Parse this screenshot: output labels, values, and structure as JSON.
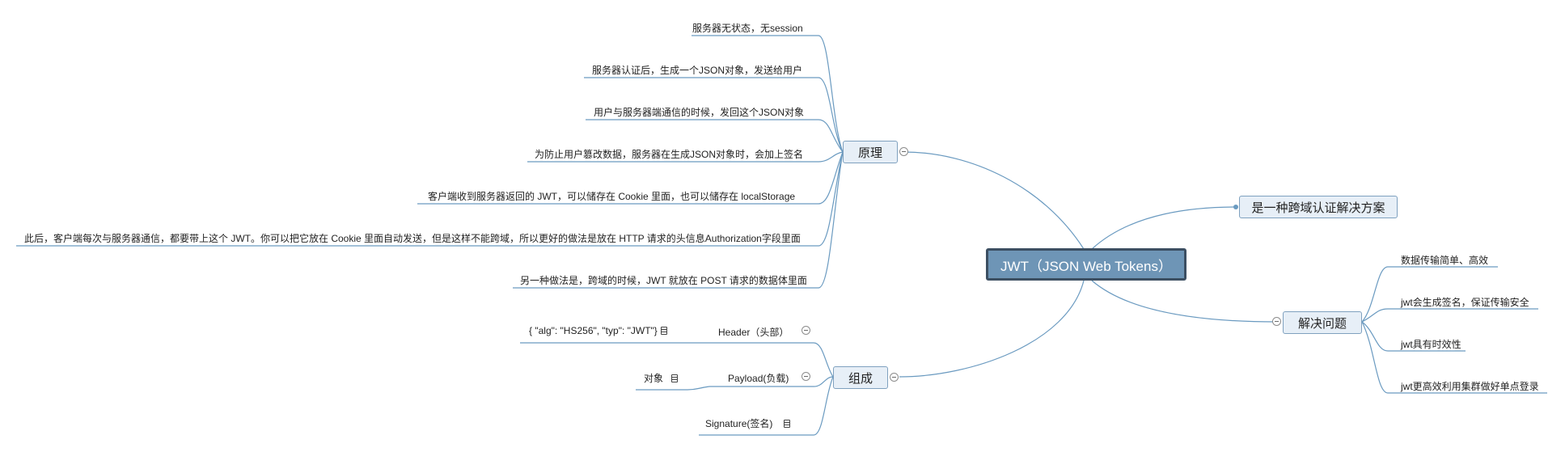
{
  "root": {
    "label": "JWT（JSON Web Tokens）"
  },
  "branches": {
    "principle": {
      "label": "原理",
      "items": [
        "服务器无状态，无session",
        "服务器认证后，生成一个JSON对象，发送给用户",
        "用户与服务器端通信的时候，发回这个JSON对象",
        "为防止用户篡改数据，服务器在生成JSON对象时，会加上签名",
        "客户端收到服务器返回的 JWT，可以储存在 Cookie 里面，也可以储存在 localStorage",
        "此后，客户端每次与服务器通信，都要带上这个 JWT。你可以把它放在 Cookie 里面自动发送，但是这样不能跨域，所以更好的做法是放在 HTTP 请求的头信息Authorization字段里面",
        "另一种做法是，跨域的时候，JWT 就放在 POST 请求的数据体里面"
      ]
    },
    "composition": {
      "label": "组成",
      "header": {
        "label": "Header（头部）",
        "child": "{ \"alg\": \"HS256\", \"typ\": \"JWT\"}"
      },
      "payload": {
        "label": "Payload(负载)",
        "child": "对象"
      },
      "signature": {
        "label": "Signature(签名)"
      }
    },
    "crossdomain": {
      "label": "是一种跨域认证解决方案"
    },
    "solve": {
      "label": "解决问题",
      "items": [
        "数据传输简单、高效",
        "jwt会生成签名，保证传输安全",
        "jwt具有时效性",
        "jwt更高效利用集群做好单点登录"
      ]
    }
  },
  "colors": {
    "root_fill": "#6e95b6",
    "root_border": "#3c4f62",
    "topic_fill": "#e7eff7",
    "line": "#6a9ac0"
  }
}
